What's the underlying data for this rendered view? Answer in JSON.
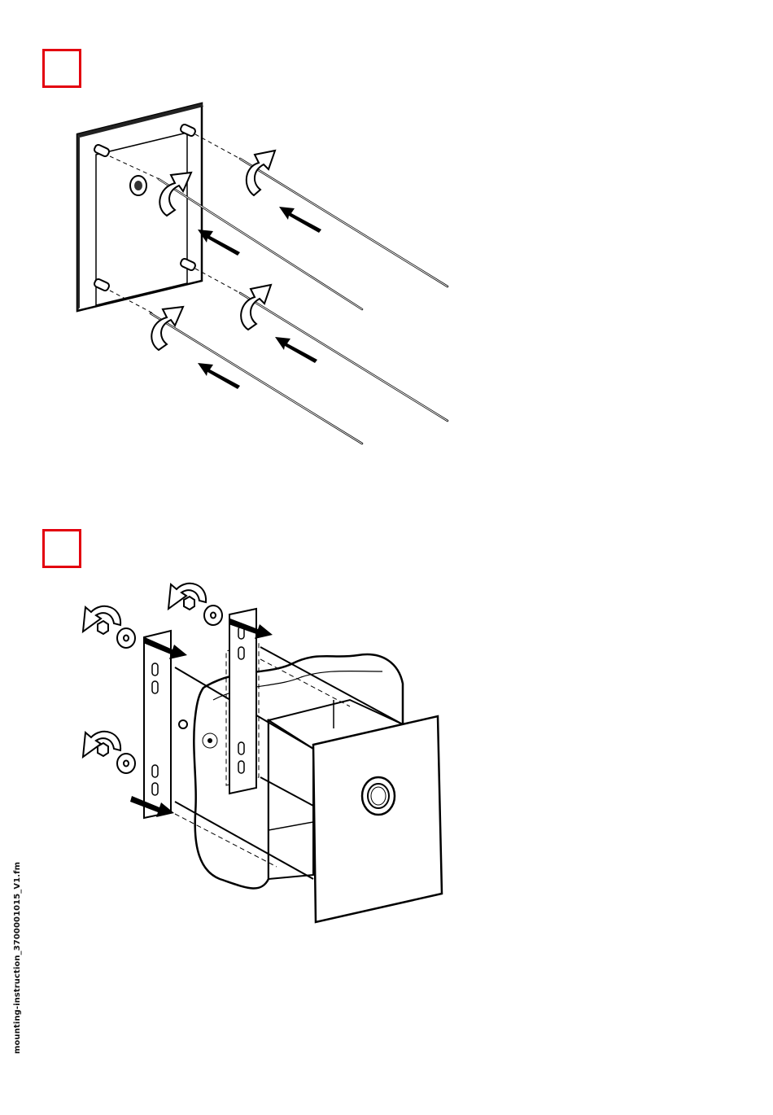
{
  "document": {
    "file_label": "mounting-instruction_3700001015_V1.fm",
    "accent_color": "#e3000f",
    "steps": [
      {
        "illustration": "mount-threaded-rods-onto-plate",
        "icon": "red-step-box"
      },
      {
        "illustration": "fasten-brackets-to-housing",
        "icon": "red-step-box"
      }
    ]
  }
}
